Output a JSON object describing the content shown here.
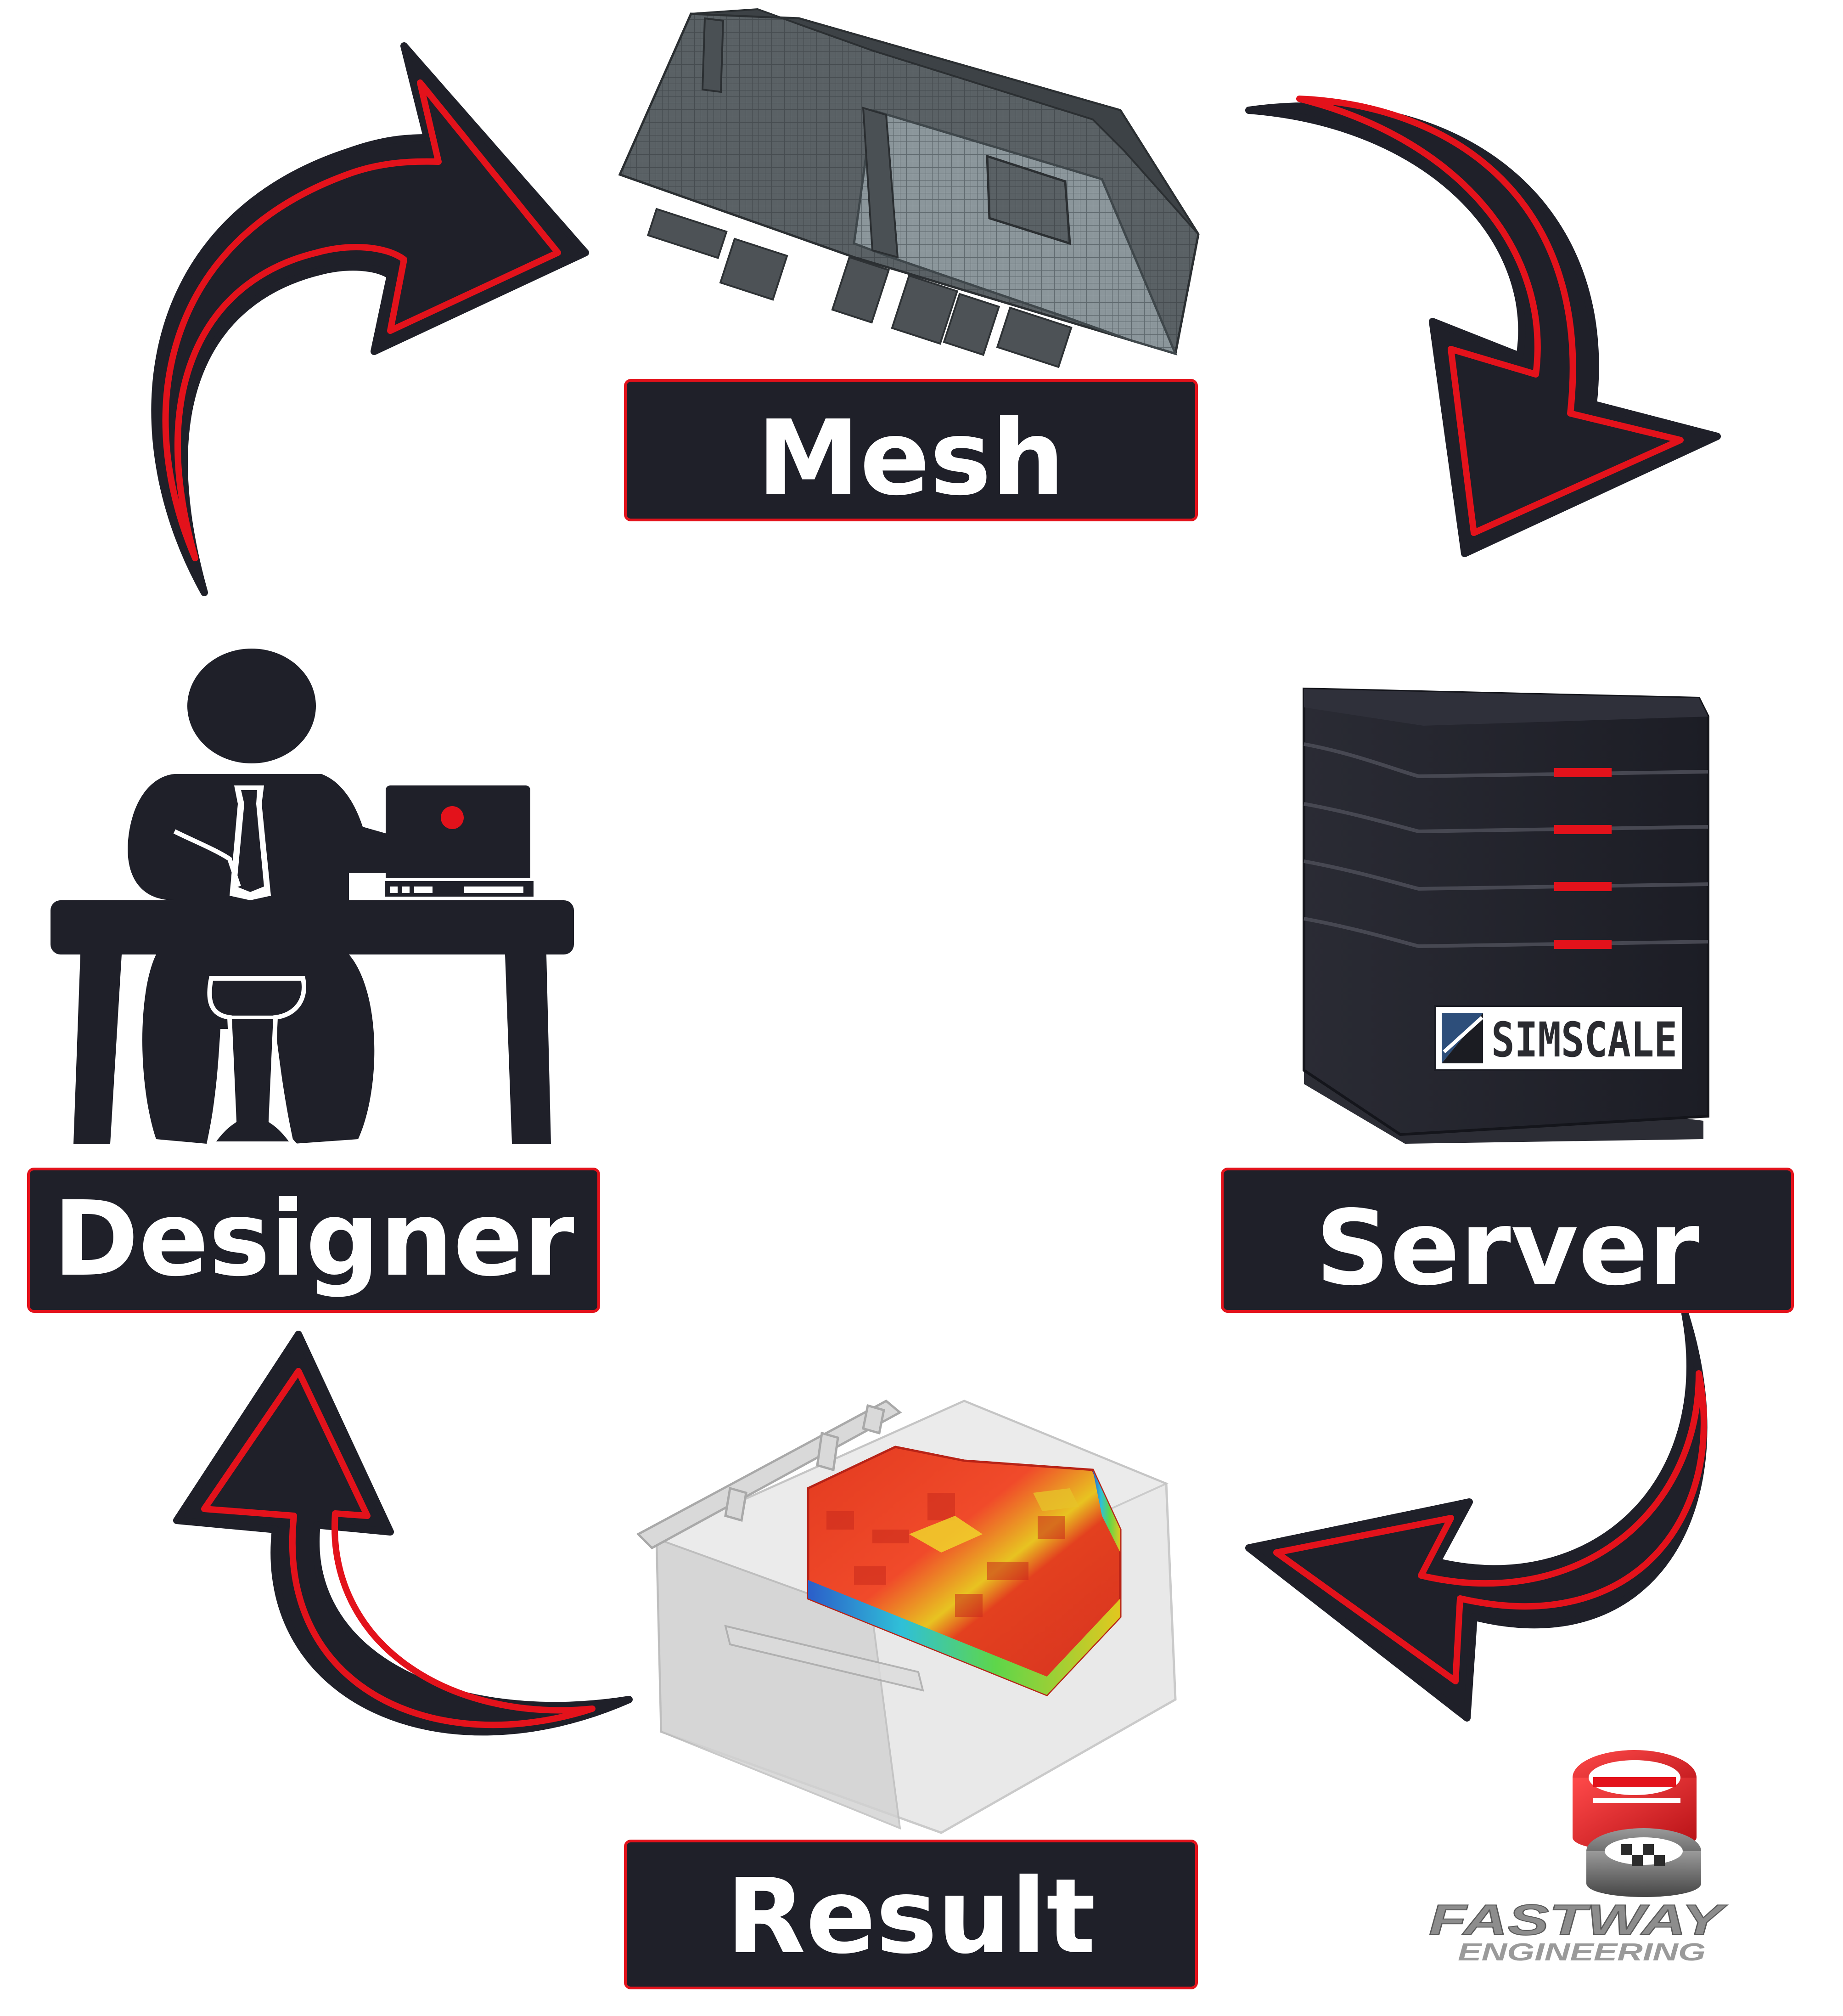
{
  "nodes": {
    "mesh": {
      "label": "Mesh"
    },
    "server": {
      "label": "Server",
      "brand": "SIMSCALE"
    },
    "result": {
      "label": "Result"
    },
    "designer": {
      "label": "Designer"
    }
  },
  "logo": {
    "line1": "FASTWAY",
    "line2": "ENGINEERING"
  },
  "colors": {
    "dark": "#1f2029",
    "accent": "#e3121b",
    "white": "#ffffff",
    "mesh_face": "#5d6468",
    "mesh_light": "#8c979c",
    "result_box": "#d6d6d6",
    "result_heat": "#e83a23"
  },
  "flow": [
    "Designer",
    "Mesh",
    "Server",
    "Result",
    "Designer"
  ]
}
